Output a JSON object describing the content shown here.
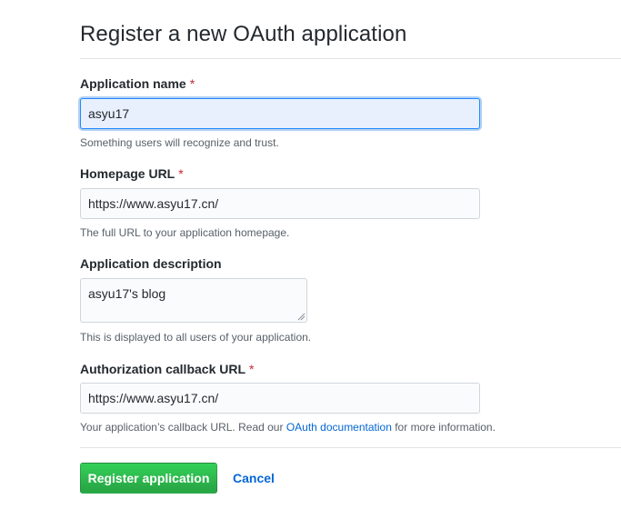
{
  "page": {
    "title": "Register a new OAuth application"
  },
  "form": {
    "app_name": {
      "label": "Application name",
      "required_mark": "*",
      "value": "asyu17",
      "note": "Something users will recognize and trust."
    },
    "homepage_url": {
      "label": "Homepage URL",
      "required_mark": "*",
      "value": "https://www.asyu17.cn/",
      "note": "The full URL to your application homepage."
    },
    "description": {
      "label": "Application description",
      "value": "asyu17's blog",
      "note": "This is displayed to all users of your application."
    },
    "callback_url": {
      "label": "Authorization callback URL",
      "required_mark": "*",
      "value": "https://www.asyu17.cn/",
      "note_before": "Your application’s callback URL. Read our ",
      "note_link": "OAuth documentation",
      "note_after": " for more information."
    }
  },
  "actions": {
    "register_label": "Register application",
    "cancel_label": "Cancel"
  },
  "colors": {
    "primary_button": "#28a745",
    "link": "#0366d6",
    "required": "#cb2431",
    "focus_border": "#2188ff"
  }
}
